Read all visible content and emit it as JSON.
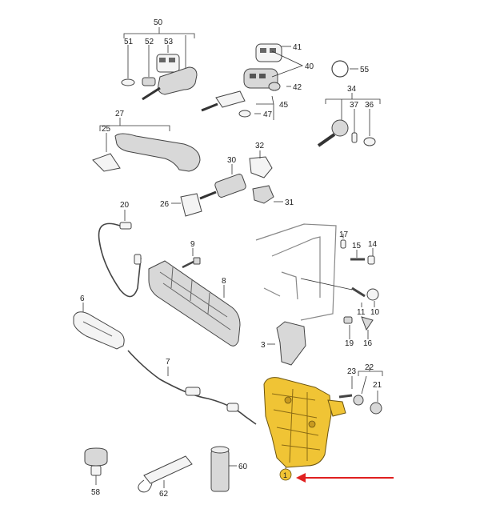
{
  "labels": {
    "l1": "1",
    "l3": "3",
    "l6": "6",
    "l7": "7",
    "l8": "8",
    "l9": "9",
    "l10": "10",
    "l11": "11",
    "l14": "14",
    "l15": "15",
    "l16": "16",
    "l17": "17",
    "l19": "19",
    "l20": "20",
    "l21": "21",
    "l22": "22",
    "l23": "23",
    "l25": "25",
    "l26": "26",
    "l27": "27",
    "l30": "30",
    "l31": "31",
    "l32": "32",
    "l34": "34",
    "l36": "36",
    "l37": "37",
    "l40": "40",
    "l41": "41",
    "l42": "42",
    "l45": "45",
    "l47": "47",
    "l50": "50",
    "l51": "51",
    "l52": "52",
    "l53": "53",
    "l55": "55",
    "l58": "58",
    "l60": "60",
    "l62": "62"
  },
  "colors": {
    "highlight": "#f0c435",
    "arrow": "#e02020"
  }
}
